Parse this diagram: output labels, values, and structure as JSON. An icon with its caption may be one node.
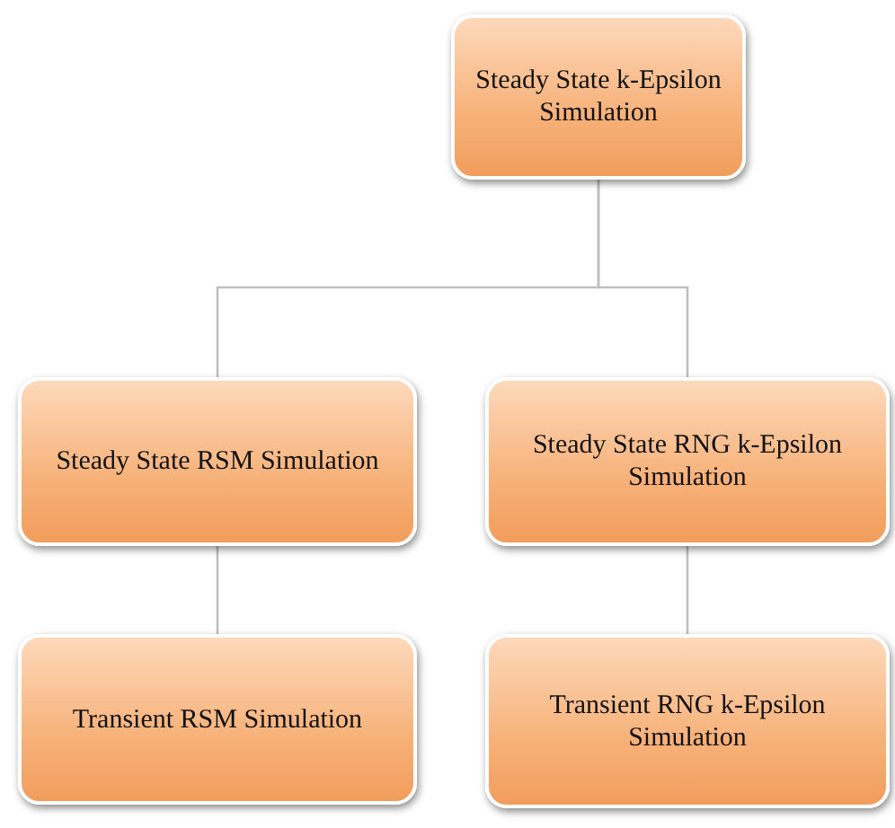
{
  "diagram": {
    "nodes": [
      {
        "text": [
          "Steady State k-Epsilon Simulation"
        ]
      },
      {
        "text": [
          "Steady State RSM Simulation"
        ]
      },
      {
        "text": [
          "Steady State RNG k-Epsilon Simulation"
        ]
      },
      {
        "text": [
          "Transient RSM Simulation"
        ]
      },
      {
        "text": [
          "Transient RNG k-Epsilon Simulation"
        ]
      }
    ],
    "edges": [
      {
        "from": 0,
        "to": 1,
        "arrow": "none"
      },
      {
        "from": 0,
        "to": 2,
        "arrow": "none"
      },
      {
        "from": 1,
        "to": 3,
        "arrow": "none"
      },
      {
        "from": 2,
        "to": 4,
        "arrow": "none"
      }
    ]
  }
}
